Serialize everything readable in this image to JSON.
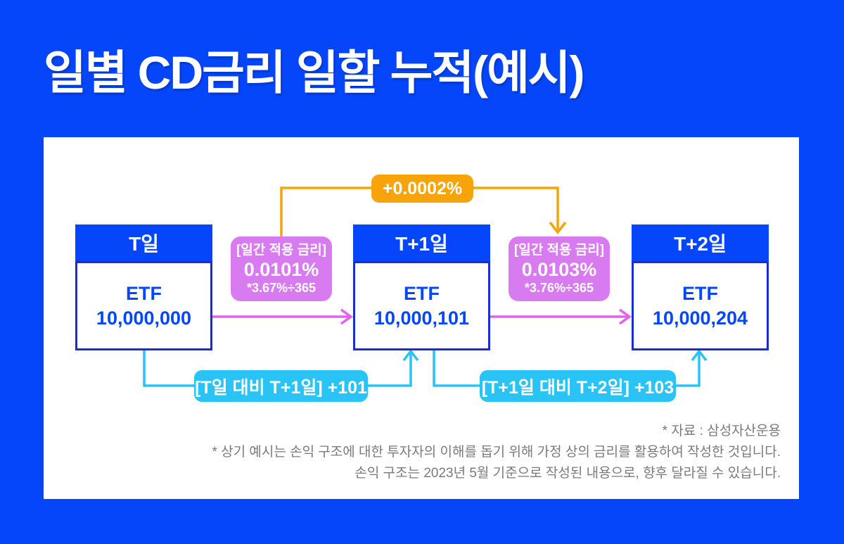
{
  "title": "일별 CD금리 일할 누적(예시)",
  "diagram": {
    "rate_change_badge": "+0.0002%",
    "days": [
      {
        "label": "T일",
        "asset_label": "ETF",
        "asset_value": "10,000,000"
      },
      {
        "label": "T+1일",
        "asset_label": "ETF",
        "asset_value": "10,000,101"
      },
      {
        "label": "T+2일",
        "asset_label": "ETF",
        "asset_value": "10,000,204"
      }
    ],
    "daily_rates": [
      {
        "title": "[일간 적용 금리]",
        "rate": "0.0101%",
        "formula": "*3.67%÷365"
      },
      {
        "title": "[일간 적용 금리]",
        "rate": "0.0103%",
        "formula": "*3.76%÷365"
      }
    ],
    "deltas": [
      {
        "label": "[T일 대비 T+1일] +101"
      },
      {
        "label": "[T+1일 대비 T+2일] +103"
      }
    ]
  },
  "footnotes": {
    "source": "* 자료 : 삼성자산운용",
    "note1": "* 상기 예시는 손익 구조에 대한 투자자의 이해를 돕기 위해 가정 상의 금리를 활용하여 작성한 것입니다.",
    "note2": "손익 구조는 2023년 5월 기준으로 작성된 내용으로, 향후 달라질 수 있습니다."
  },
  "colors": {
    "brand_blue": "#0546FA",
    "box_border": "#1A2ED0",
    "purple": "#D97BF0",
    "magenta": "#E263EA",
    "cyan": "#29C4F5",
    "orange": "#F7A40A",
    "footnote_gray": "#7A7A7A"
  }
}
